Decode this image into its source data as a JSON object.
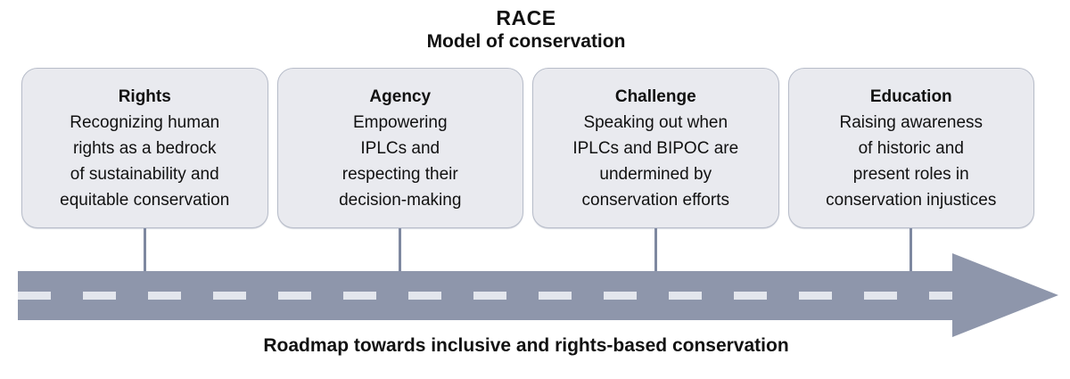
{
  "title": {
    "acronym": "RACE",
    "subtitle": "Model of conservation"
  },
  "boxes": [
    {
      "heading": "Rights",
      "body": "Recognizing human\nrights as a bedrock\nof sustainability and\nequitable conservation"
    },
    {
      "heading": "Agency",
      "body": "Empowering\nIPLCs and\nrespecting their\ndecision-making"
    },
    {
      "heading": "Challenge",
      "body": "Speaking out when\nIPLCs and BIPOC are\nundermined by\nconservation efforts"
    },
    {
      "heading": "Education",
      "body": "Raising awareness\nof historic and\npresent roles in\nconservation injustices"
    }
  ],
  "roadmap": {
    "caption": "Roadmap towards inclusive and rights-based conservation"
  },
  "colors": {
    "background": "#ffffff",
    "text": "#111111",
    "box_fill": "#e9eaef",
    "box_border": "#b7bcc9",
    "road": "#8e96ab",
    "lane_marking": "#e3e6ed",
    "connector": "#7e88a0"
  }
}
